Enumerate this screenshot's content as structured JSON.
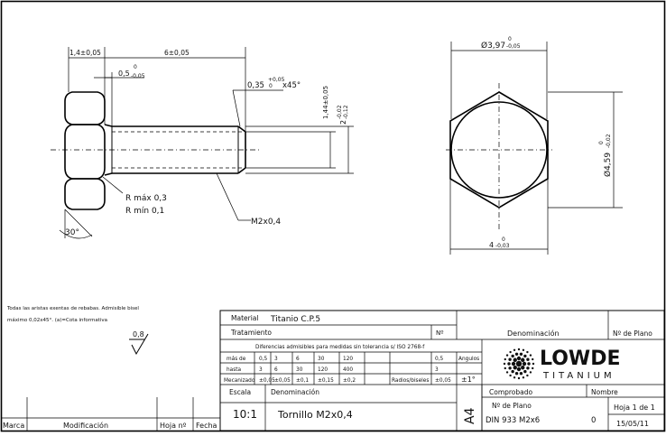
{
  "dims": {
    "head_len": "1,4±0,05",
    "shank_len": "6±0,05",
    "collar": "0,5",
    "collar_tol_top": "0",
    "collar_tol_bot": "-0,05",
    "chamfer": "0,35",
    "chamfer_tol_top": "+0,05",
    "chamfer_tol_bot": "0",
    "chamfer_angle": "x45°",
    "thread_dia_a": "1,44±0,05",
    "thread_dia_b_top": "-0,02",
    "thread_dia_b_bot": "-0,12",
    "thread_dia_b": "2",
    "rmax": "R máx 0,3",
    "rmin": "R mín 0,1",
    "thread": "M2x0,4",
    "angle": "30°",
    "across_corners": "Ø3,97",
    "across_corners_tol_top": "0",
    "across_corners_tol_bot": "-0,05",
    "across_flats": "Ø4,59",
    "across_flats_tol_top": "0",
    "across_flats_tol_bot": "-0,02",
    "width": "4",
    "width_tol_top": "0",
    "width_tol_bot": "-0,03"
  },
  "notes": {
    "line1": "Todas las aristas exentas de rebabas. Admisible bisel",
    "line2": "máximo 0,02x45°. (a)=Cota informativa",
    "roughness": "0,8"
  },
  "title_block": {
    "material_label": "Material",
    "material_value": "Titanio C.P.5",
    "treatment_label": "Tratamiento",
    "n_label": "Nº",
    "denom_label": "Denominación",
    "plan_label": "Nº de Plano",
    "tolerance_title": "Diferencias admisibles para medidas sin tolerancia s/ ISO 2768-f",
    "row_mas": "más de",
    "row_hasta": "hasta",
    "row_mec": "Mecanizado",
    "mas_vals": [
      "0,5",
      "3",
      "6",
      "30",
      "120",
      "",
      "0,5"
    ],
    "hasta_vals": [
      "3",
      "6",
      "30",
      "120",
      "400",
      "",
      "3"
    ],
    "mec_vals": [
      "±0,05",
      "±0,05",
      "±0,1",
      "±0,15",
      "±0,2",
      "Radios/biseles",
      "±0,05"
    ],
    "angulos_label": "Angulos",
    "angulos_val": "±1°",
    "escala_label": "Escala",
    "escala_value": "10:1",
    "denominacion_label": "Denominación",
    "denominacion_value": "Tornillo M2x0,4",
    "format": "A4",
    "comprobado_label": "Comprobado",
    "nombre_label": "Nombre",
    "plano_label": "Nº de Plano",
    "plano_value": "DIN 933 M2x6",
    "rev_value": "0",
    "hoja_label": "Hoja 1 de 1",
    "date": "15/05/11",
    "marca_label": "Marca",
    "modificacion_label": "Modificación",
    "hoja_n_label": "Hoja nº",
    "fecha_label": "Fecha"
  },
  "logo": {
    "name": "LOWDE",
    "sub": "TITANIUM"
  }
}
